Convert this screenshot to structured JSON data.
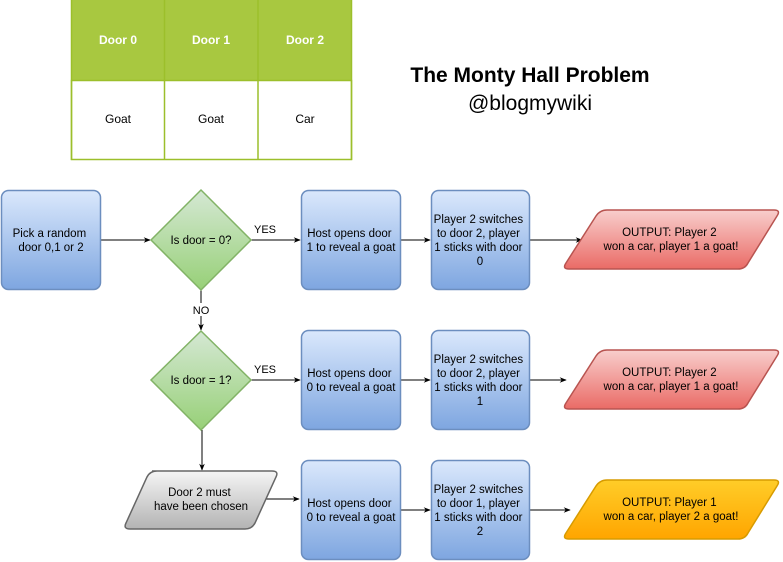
{
  "title": "The Monty Hall Problem",
  "subtitle": "@blogmywiki",
  "colors": {
    "table_header": "#a8c840",
    "table_border": "#9cbf2b",
    "process_fill_top": "#dae8fc",
    "process_fill_bottom": "#7ea6e0",
    "process_stroke": "#6c8ebf",
    "decision_fill_top": "#d5e8d4",
    "decision_fill_bottom": "#97d077",
    "decision_stroke": "#82b366",
    "output_red_top": "#f8cecc",
    "output_red_bottom": "#ea6b66",
    "output_red_stroke": "#b85450",
    "output_orange_top": "#ffcd28",
    "output_orange_bottom": "#ffa500",
    "output_orange_stroke": "#d79b00",
    "input_gray_top": "#f5f5f5",
    "input_gray_bottom": "#b3b3b3",
    "input_gray_stroke": "#666666"
  },
  "table": {
    "headers": [
      "Door 0",
      "Door 1",
      "Door 2"
    ],
    "values": [
      "Goat",
      "Goat",
      "Car"
    ]
  },
  "nodes": {
    "start": [
      "Pick a random",
      "door 0,1 or 2"
    ],
    "decision0": [
      "Is door = 0?"
    ],
    "decision1": [
      "Is door = 1?"
    ],
    "door2_input": [
      "Door 2 must",
      "have been chosen"
    ],
    "host_row1": [
      "Host opens door",
      "1 to reveal a goat"
    ],
    "host_row2": [
      "Host opens door",
      "0 to reveal a goat"
    ],
    "host_row3": [
      "Host opens door",
      "0 to reveal a goat"
    ],
    "switch_row1": [
      "Player 2 switches",
      "to door 2, player",
      "1 sticks with door",
      "0"
    ],
    "switch_row2": [
      "Player 2 switches",
      "to door 2, player",
      "1 sticks with door",
      "1"
    ],
    "switch_row3": [
      "Player 2 switches",
      "to door 1, player",
      "1 sticks with door",
      "2"
    ],
    "output_row1": [
      "OUTPUT: Player 2",
      "won a car, player 1 a goat!"
    ],
    "output_row2": [
      "OUTPUT: Player 2",
      "won a car, player 1 a goat!"
    ],
    "output_row3": [
      "OUTPUT: Player 1",
      "won a car, player 2 a goat!"
    ]
  },
  "edge_labels": {
    "yes0": "YES",
    "no0": "NO",
    "yes1": "YES"
  }
}
